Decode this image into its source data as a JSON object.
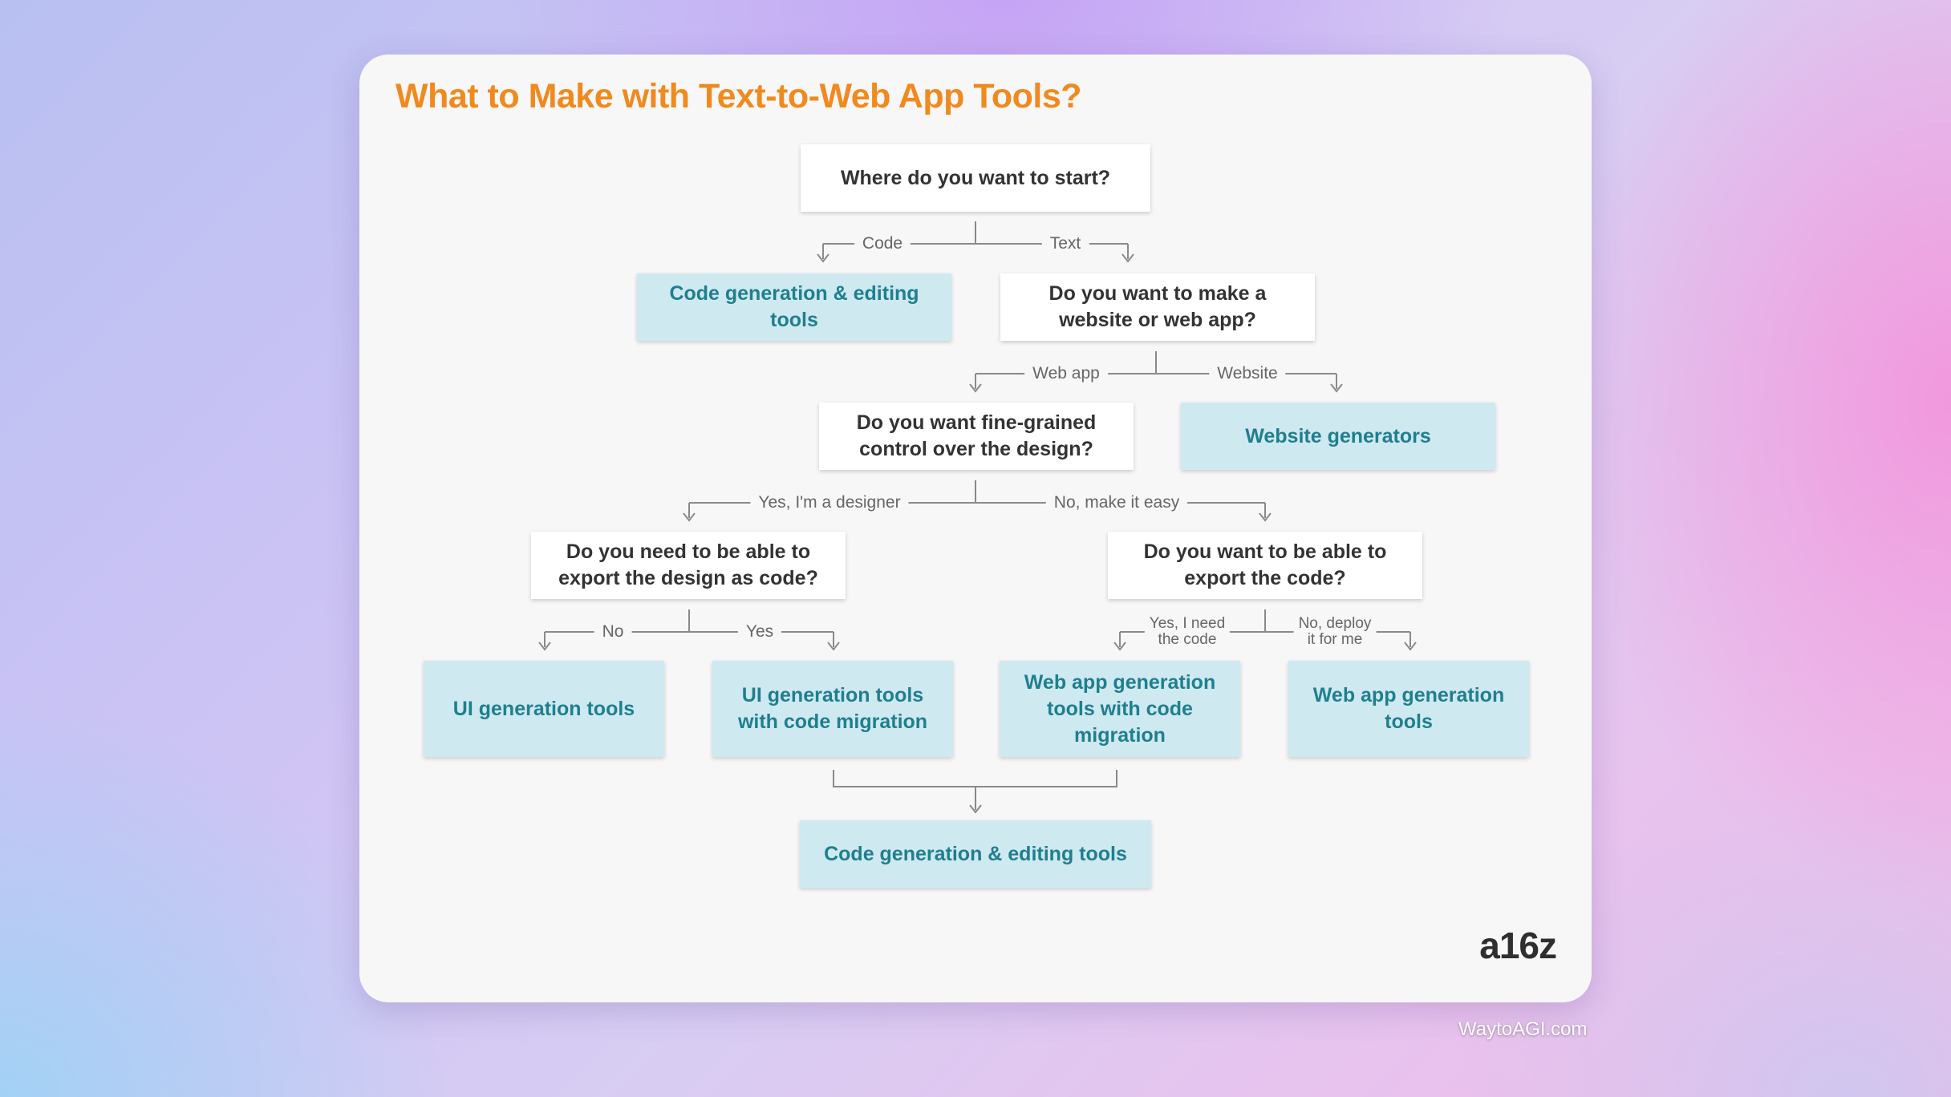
{
  "title": "What to Make with Text-to-Web App Tools?",
  "nodes": {
    "start": "Where do you want to start?",
    "code_tools_top": "Code generation & editing tools",
    "site_or_app": "Do you want to make a website or web app?",
    "fine_grained": "Do you want fine-grained control over the design?",
    "website_generators": "Website generators",
    "export_design": "Do you need to be able to export the design as code?",
    "export_code": "Do you want to be able to export the code?",
    "ui_tools": "UI generation tools",
    "ui_tools_migration": "UI generation tools with code migration",
    "webapp_tools_migration": "Web app generation tools with code migration",
    "webapp_tools": "Web app generation tools",
    "code_tools_bottom": "Code generation & editing tools"
  },
  "edges": {
    "code": "Code",
    "text": "Text",
    "web_app": "Web app",
    "website": "Website",
    "designer": "Yes, I'm a designer",
    "easy": "No, make it easy",
    "no": "No",
    "yes": "Yes",
    "need_code": "Yes, I need\nthe code",
    "deploy": "No, deploy\nit for me"
  },
  "logo": "a16z",
  "watermark": "WaytoAGI.com",
  "colors": {
    "title": "#f08a1e",
    "result_box": "#cfe9f0",
    "result_text": "#1f7f8e",
    "question_text": "#333333"
  }
}
